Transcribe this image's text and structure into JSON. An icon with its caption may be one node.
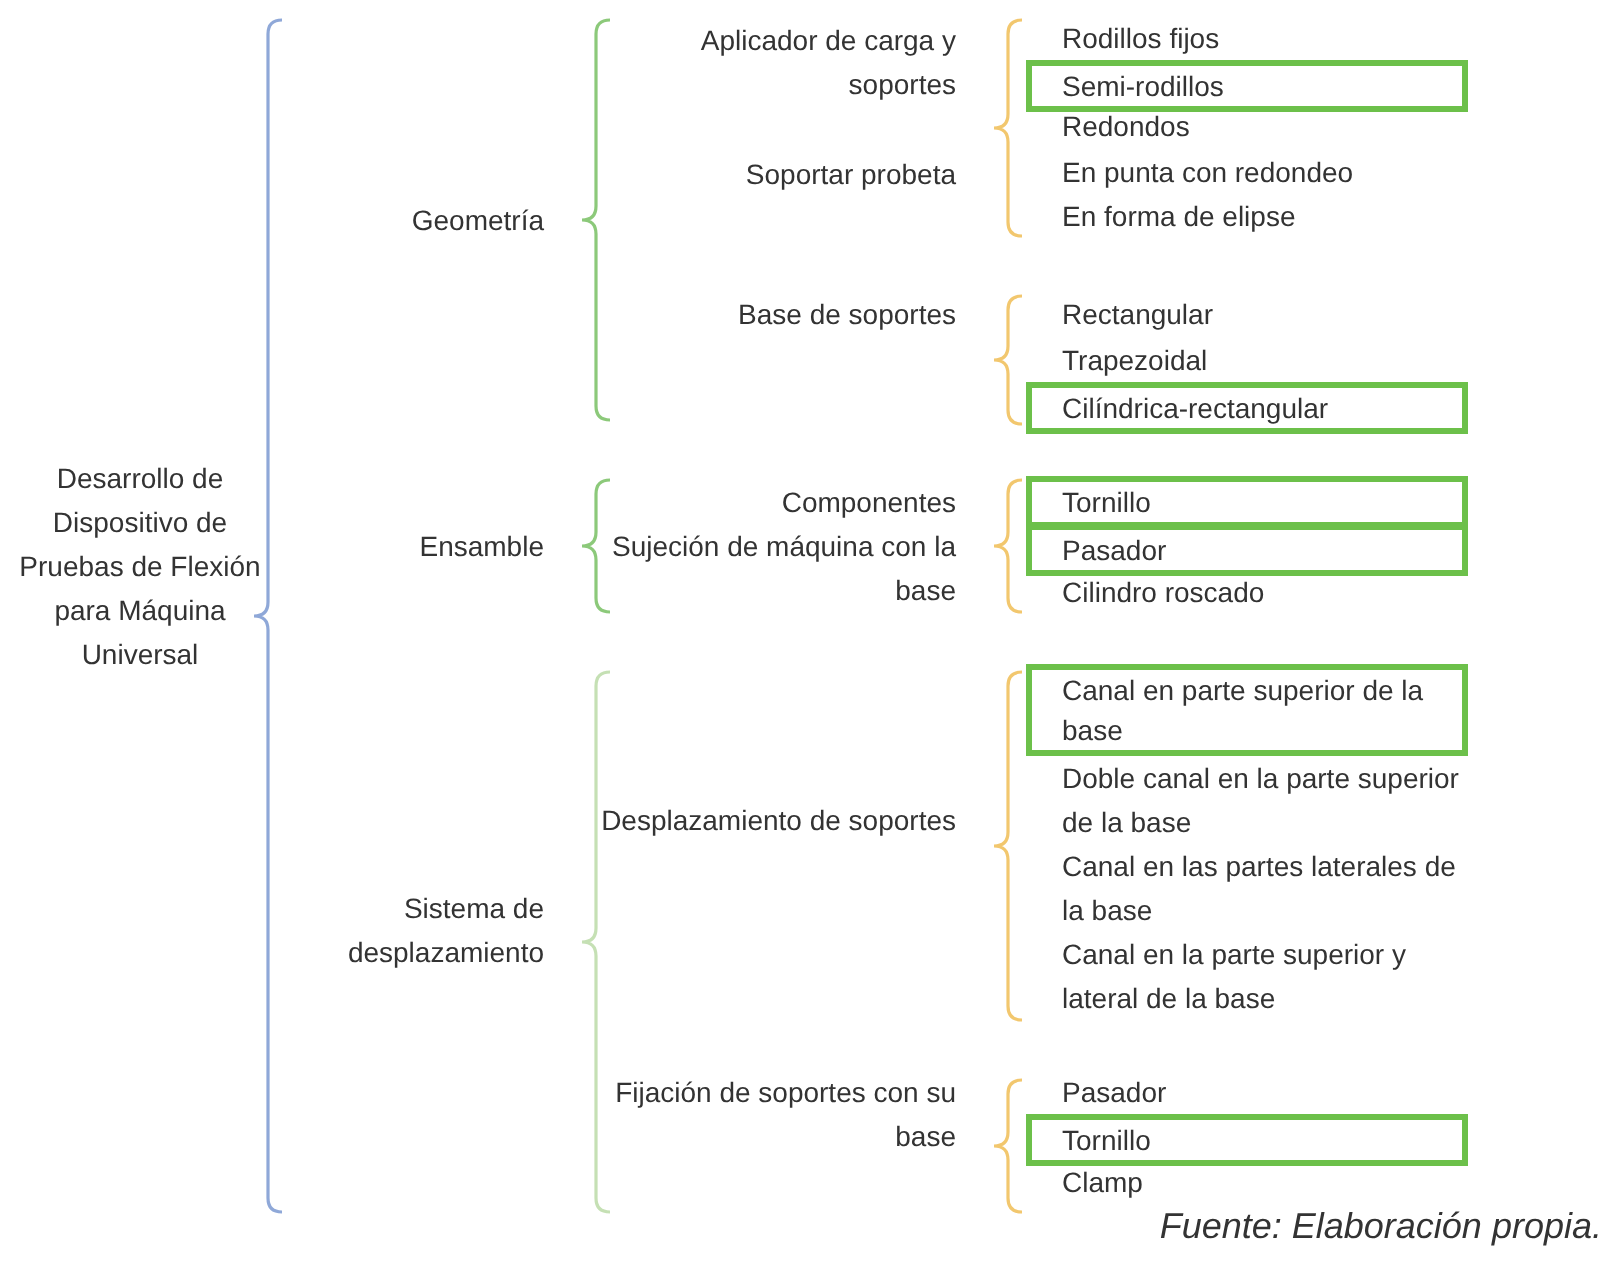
{
  "diagram": {
    "caption": "Fuente: Elaboración propia.",
    "nodes": [
      {
        "text": [
          "Semi-rodillos"
        ]
      },
      {
        "text": [
          "Cilíndrica-rectangular"
        ]
      },
      {
        "text": [
          "Tornillo"
        ]
      },
      {
        "text": [
          "Pasador"
        ]
      },
      {
        "text": [
          "Canal en parte superior de la base"
        ]
      },
      {
        "text": [
          "Tornillo"
        ]
      }
    ],
    "labels": [
      "Desarrollo de Dispositivo de Pruebas de Flexión para Máquina Universal",
      "Geometría",
      "Aplicador de carga y soportes",
      "Soportar probeta",
      "Base de soportes",
      "Rodillos fijos",
      "Redondos",
      "En punta con redondeo",
      "En forma de elipse",
      "Rectangular",
      "Trapezoidal",
      "Ensamble",
      "Componentes",
      "Sujeción de máquina con la base",
      "Cilindro roscado",
      "Sistema de desplazamiento",
      "Desplazamiento de soportes",
      "Fijación de soportes con su base",
      "Doble canal en la parte superior de la base",
      "Canal en las partes laterales de la base",
      "Canal en la parte superior y lateral de la base",
      "Pasador",
      "Clamp"
    ]
  }
}
